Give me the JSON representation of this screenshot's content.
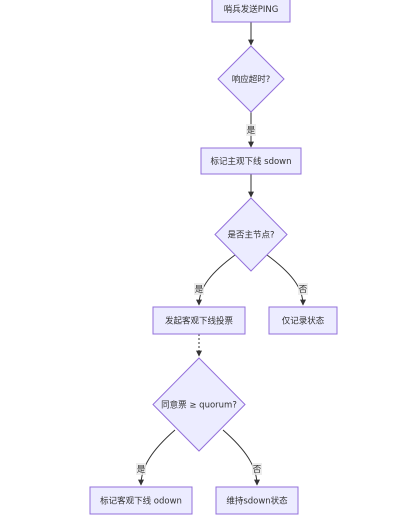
{
  "nodes": {
    "send_ping": "哨兵发送PING",
    "timeout_check": "响应超时?",
    "mark_sdown": "标记主观下线 sdown",
    "is_master": "是否主节点?",
    "start_vote": "发起客观下线投票",
    "log_only": "仅记录状态",
    "quorum_check": "同意票 ≥ quorum?",
    "mark_odown": "标记客观下线 odown",
    "keep_sdown": "维持sdown状态"
  },
  "edge_labels": {
    "timeout_yes": "是",
    "master_yes": "是",
    "master_no": "否",
    "quorum_yes": "是",
    "quorum_no": "否"
  },
  "colors": {
    "node_fill": "#ECECFF",
    "node_stroke": "#9370DB",
    "edge": "#333333",
    "text": "#333333",
    "edge_label_bg": "#e8e8e8"
  }
}
